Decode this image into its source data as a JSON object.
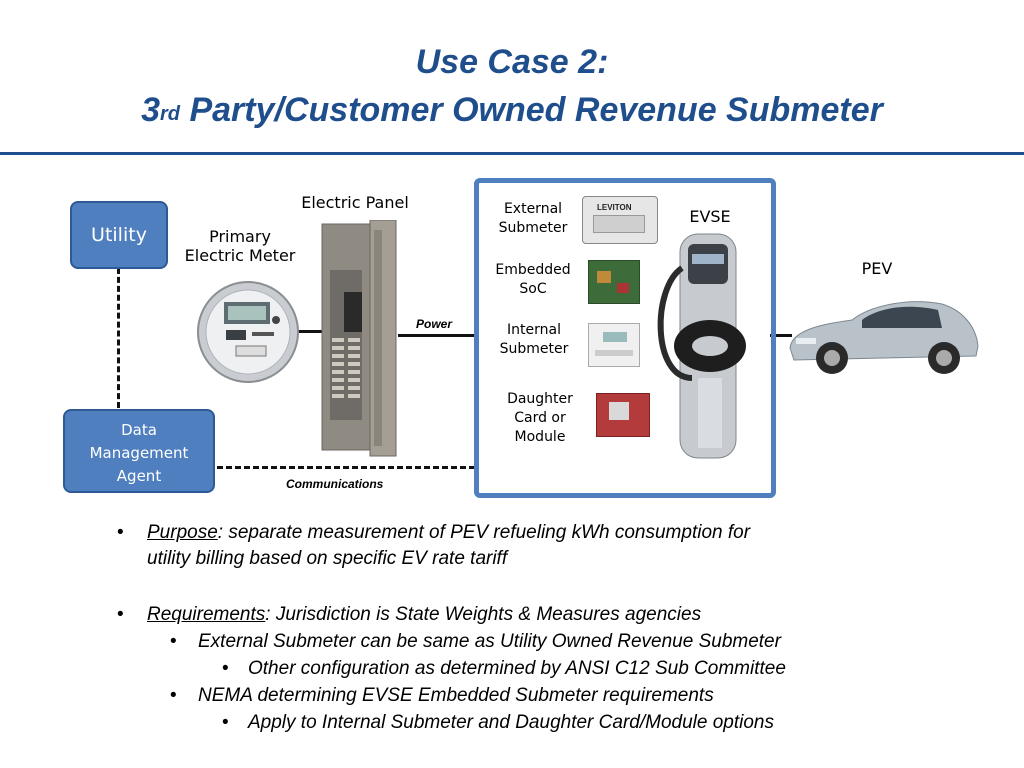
{
  "title": {
    "line1": "Use Case 2:",
    "line2_num": "3",
    "line2_sup": "rd",
    "line2_rest": " Party/Customer Owned Revenue Submeter"
  },
  "diagram": {
    "utility": "Utility",
    "data_mgmt_line1": "Data",
    "data_mgmt_line2": "Management",
    "data_mgmt_line3": "Agent",
    "electric_panel": "Electric Panel",
    "primary_meter_line1": "Primary",
    "primary_meter_line2": "Electric Meter",
    "power": "Power",
    "communications": "Communications",
    "external_submeter_line1": "External",
    "external_submeter_line2": "Submeter",
    "embedded_soc_line1": "Embedded",
    "embedded_soc_line2": "SoC",
    "internal_submeter_line1": "Internal",
    "internal_submeter_line2": "Submeter",
    "daughter_line1": "Daughter",
    "daughter_line2": "Card or",
    "daughter_line3": "Module",
    "evse": "EVSE",
    "pev": "PEV",
    "meter_brand": "LEVITON"
  },
  "bullets": {
    "b1_label": "Purpose",
    "b1_text": ": separate measurement of PEV refueling kWh consumption for",
    "b1_text2": "utility billing based on specific EV rate tariff",
    "b2_label": "Requirements",
    "b2_text": ": Jurisdiction is State Weights & Measures agencies",
    "b2_sub1": "External Submeter can be same as Utility Owned Revenue Submeter",
    "b2_sub1_sub": "Other configuration as determined by ANSI C12 Sub Committee",
    "b2_sub2": "NEMA determining EVSE Embedded Submeter requirements",
    "b2_sub2_sub": "Apply to Internal Submeter and Daughter Card/Module options",
    "bullet_char": "•"
  }
}
